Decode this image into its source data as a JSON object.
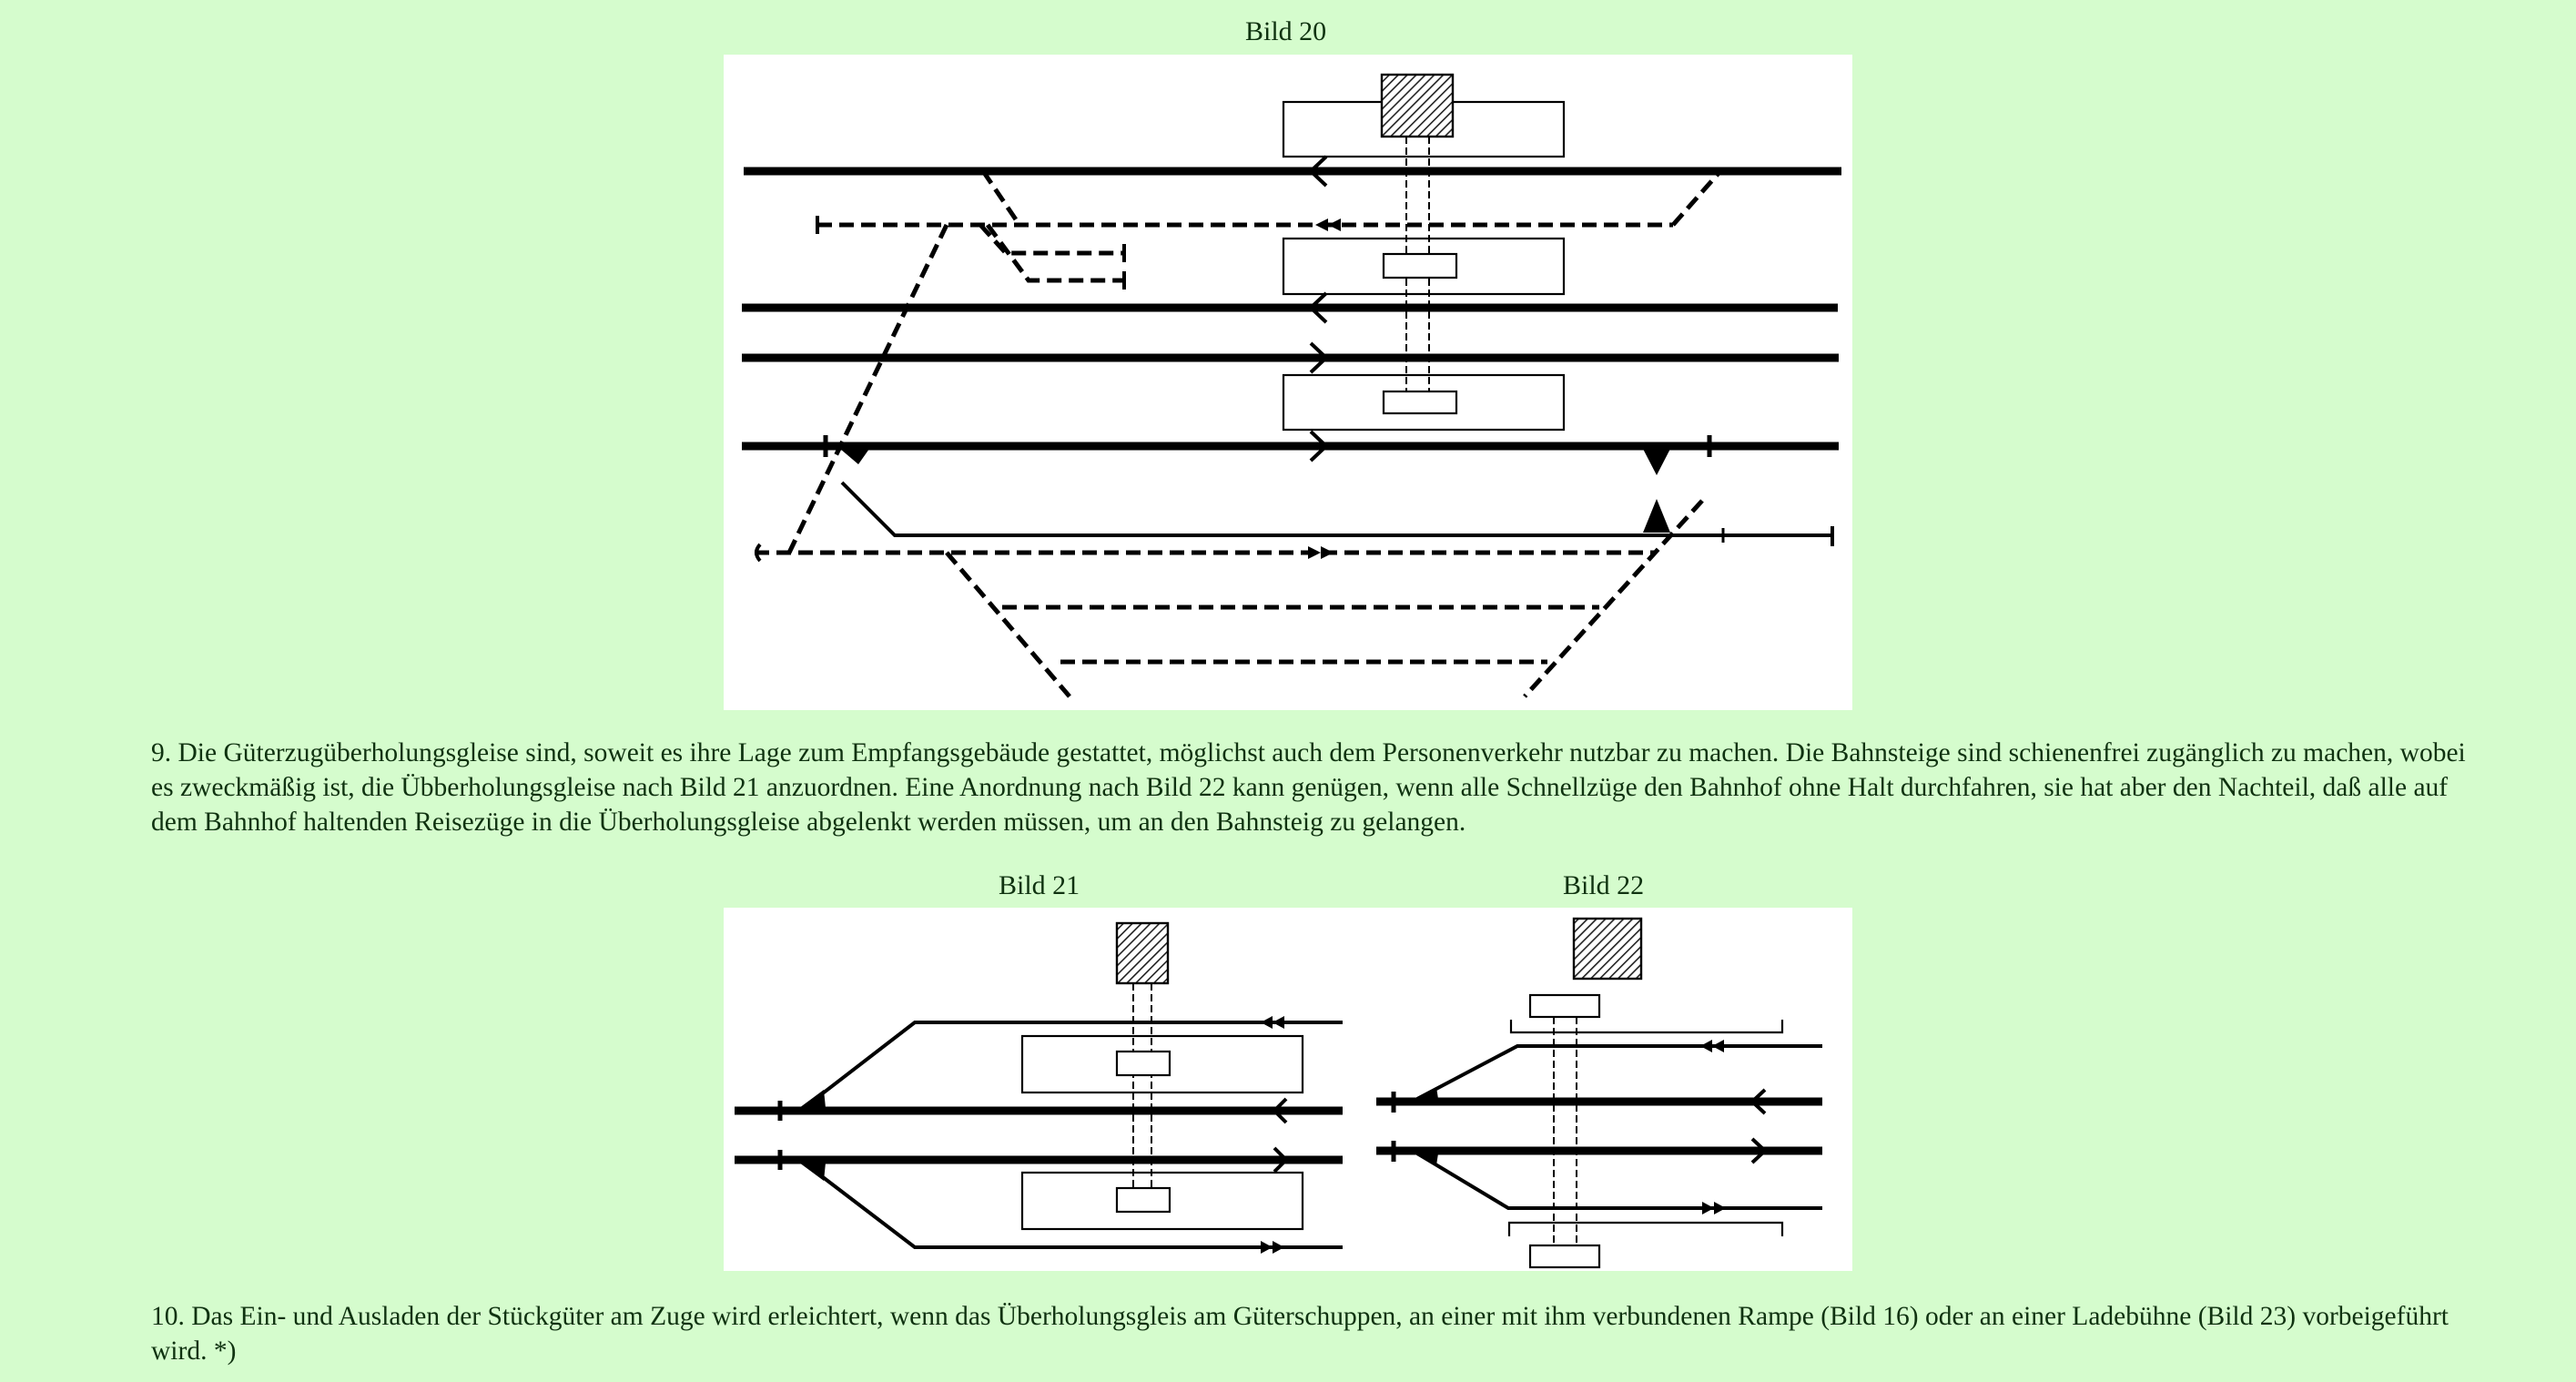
{
  "figures": {
    "bild20": {
      "caption": "Bild 20"
    },
    "bild21": {
      "caption": "Bild 21"
    },
    "bild22": {
      "caption": "Bild 22"
    }
  },
  "paragraphs": {
    "p9": "9. Die Güterzugüberholungsgleise sind, soweit es ihre Lage zum Empfangsgebäude gestattet, möglichst auch dem Personenverkehr nutzbar zu machen. Die Bahnsteige sind schienenfrei zugänglich zu machen, wobei es zweckmäßig ist, die Übberholungsgleise nach Bild 21 anzuordnen. Eine Anordnung nach Bild 22 kann genügen, wenn alle Schnellzüge den Bahnhof ohne Halt durchfahren, sie hat aber den Nachteil, daß alle auf dem Bahnhof haltenden Reisezüge in die Überholungsgleise abgelenkt werden müssen, um an den Bahnsteig zu gelangen.",
    "p10": "10. Das Ein- und Ausladen der Stückgüter am Zuge wird erleichtert, wenn das Überholungsgleis am Güterschuppen, an einer mit ihm verbundenen Rampe (Bild 16) oder an einer Ladebühne (Bild 23) vorbeigeführt wird. *)"
  },
  "colors": {
    "page_background": "#d5fccd",
    "text": "#0f3210",
    "figure_background": "#ffffff",
    "track": "#000000"
  }
}
